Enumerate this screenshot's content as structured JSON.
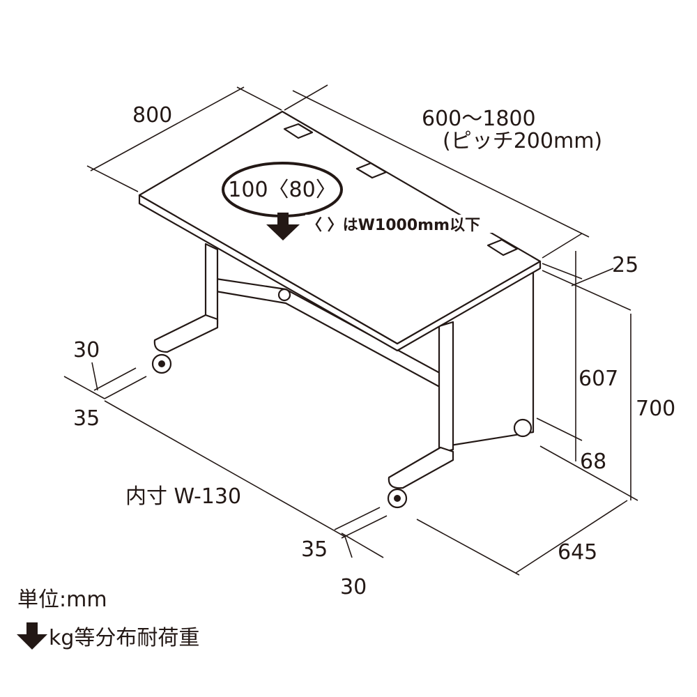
{
  "dimensions": {
    "depth": "800",
    "width_range": "600〜1800",
    "width_pitch": "(ピッチ200mm)",
    "load_label": "100〈80〉",
    "load_note": "〈 〉はW1000mm以下",
    "top_thickness": "25",
    "under_height": "607",
    "total_height": "700",
    "caster_height": "68",
    "leg_depth": "645",
    "left_foot_offset": "30",
    "left_leg_offset": "35",
    "inner_width": "内寸 W-130",
    "right_leg_offset": "35",
    "right_foot_offset": "30"
  },
  "legend": {
    "unit": "単位:mm",
    "load_legend": "kg等分布耐荷重"
  }
}
